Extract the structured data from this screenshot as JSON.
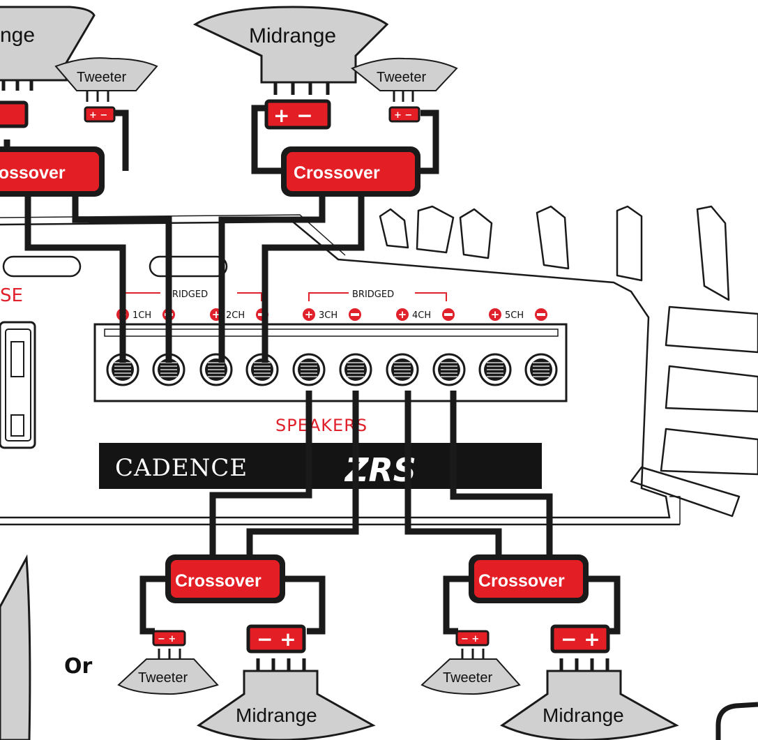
{
  "speakers": {
    "midrange": "Midrange",
    "tweeter": "Tweeter",
    "midrange_partial": "nge"
  },
  "crossover": {
    "label": "Crossover",
    "label_partial": "rossover"
  },
  "amplifier": {
    "bridged_label": "BRIDGED",
    "channels": [
      "1CH",
      "2CH",
      "3CH",
      "4CH",
      "5CH"
    ],
    "speakers_label": "SPEAKERS",
    "fuse_partial": "SE",
    "brand": "CADENCE",
    "model": "ZRS"
  },
  "polarity": {
    "plus": "+",
    "minus": "−"
  },
  "or_label": "Or",
  "colors": {
    "red": "#e0202a",
    "dark": "#1a1a1a",
    "speaker_gray": "#d0d0d0",
    "crossover_red": "#e41e25"
  }
}
